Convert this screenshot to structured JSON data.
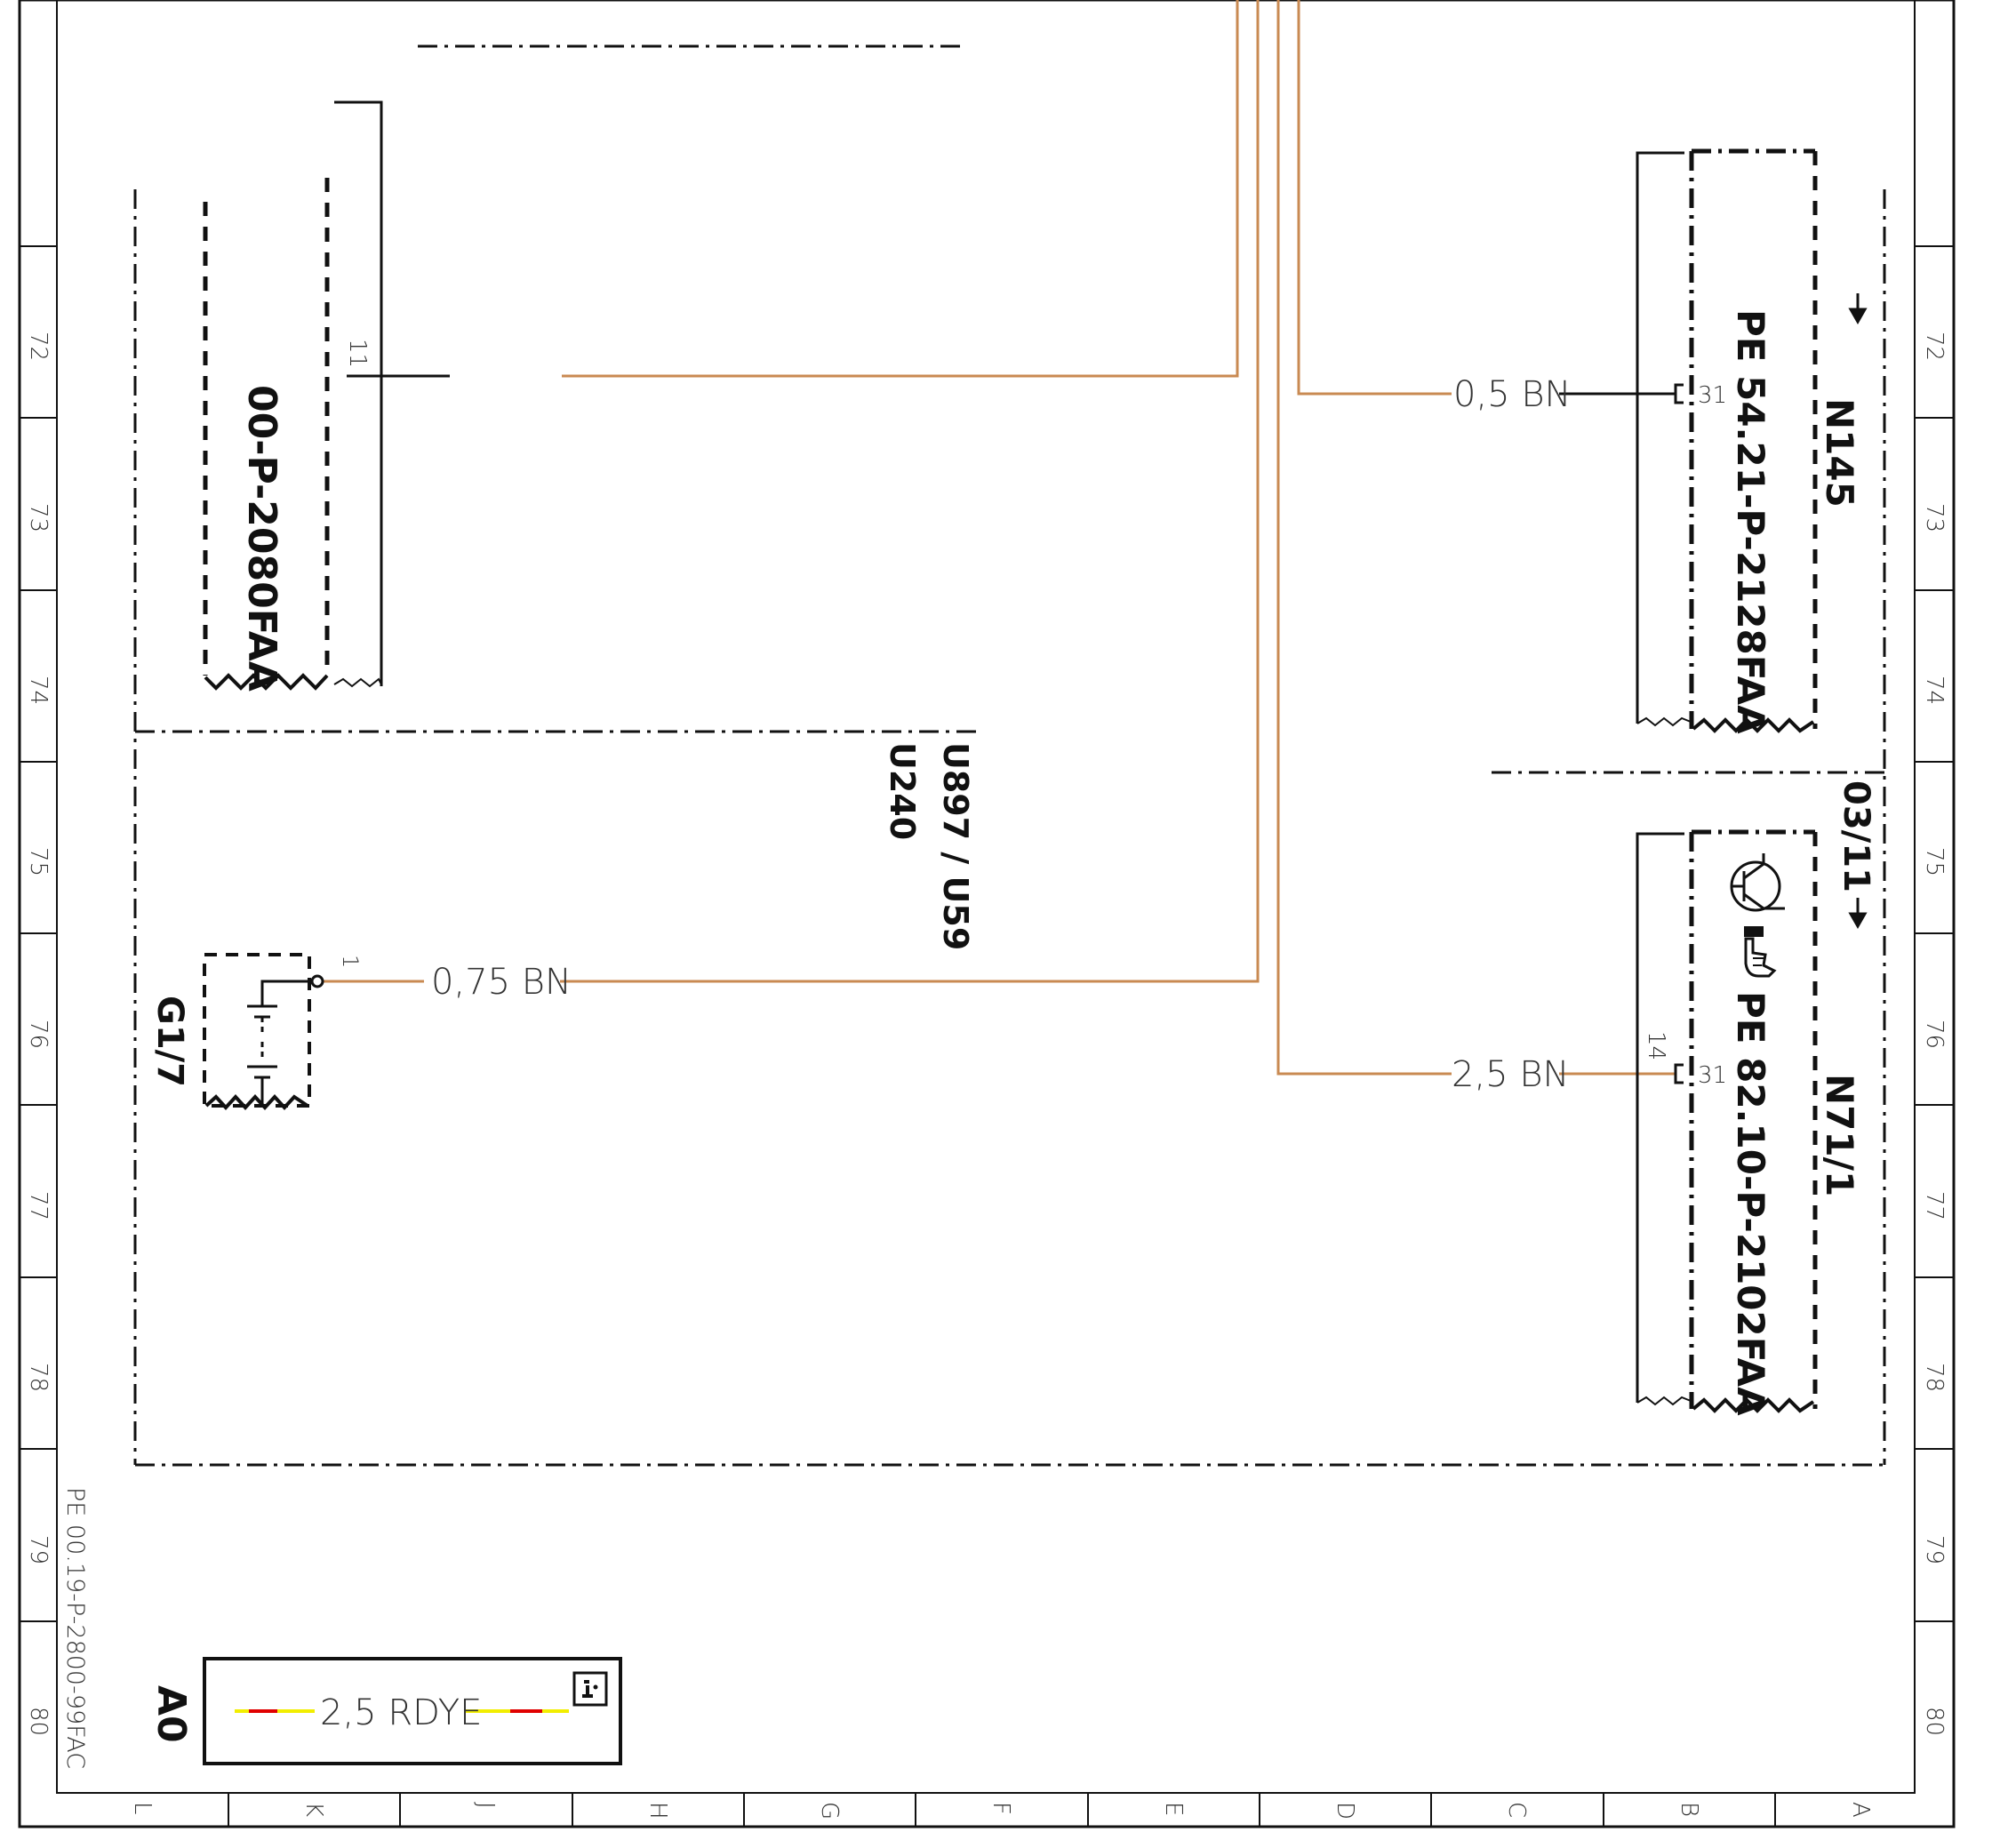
{
  "colors": {
    "ink": "#111111",
    "wire_bn": "#c98a52",
    "wire_rd": "#e00000",
    "wire_ye": "#f2ee00"
  },
  "frame": {
    "row_labels": [
      "72",
      "73",
      "74",
      "75",
      "76",
      "77",
      "78",
      "79",
      "80"
    ],
    "col_labels": [
      "L",
      "K",
      "J",
      "H",
      "G",
      "F",
      "E",
      "D",
      "C",
      "B",
      "A"
    ],
    "sheet_code": "PE 00.19-P-2800-99FAC"
  },
  "components": {
    "ref_00": {
      "code": "00-P-2080FAA",
      "pin": "11"
    },
    "module_box": {
      "label_1": "U897 / U59",
      "label_2": "U240"
    },
    "battery": {
      "name": "G1/7",
      "pin": "1"
    },
    "n145": {
      "name": "N145",
      "ref": "PE 54.21-P-2128FAA",
      "pin": "31"
    },
    "n71": {
      "name": "N71/1",
      "ref": "PE 82.10-P-2102FAA",
      "pin": "31",
      "pin_alt": "14"
    },
    "sheet_ref": {
      "label": "03/11"
    },
    "a0": {
      "name": "A0"
    }
  },
  "wires": {
    "w_battery": {
      "label": "0,75 BN"
    },
    "w_n145": {
      "label": "0,5 BN"
    },
    "w_n71": {
      "label": "2,5 BN"
    },
    "w_a0": {
      "label": "2,5 RDYE"
    }
  },
  "icons": [
    "info-icon",
    "transistor-icon",
    "hand-pointer-icon",
    "arrow-down-icon",
    "battery-icon"
  ]
}
